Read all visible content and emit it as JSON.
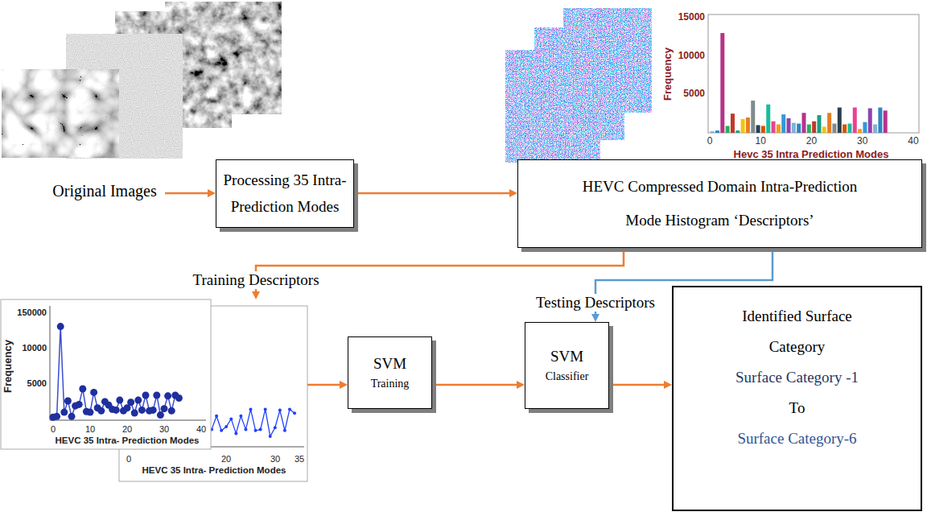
{
  "diagram": {
    "nodes": [
      {
        "text": [
          "Original Images"
        ]
      },
      {
        "text": [
          "Processing 35 Intra-Prediction Modes"
        ]
      },
      {
        "text": [
          "HEVC Compressed Domain Intra-Prediction Mode Histogram ‘Descriptors’"
        ]
      },
      {
        "text": [
          "Frequency",
          "HEVC 35 Intra- Prediction Modes",
          "HEVC 35 Intra- Prediction Modes"
        ]
      },
      {
        "text": [
          "SVM",
          "Training"
        ]
      },
      {
        "text": [
          "SVM",
          "Classifier"
        ]
      },
      {
        "text": [
          "Identified Surface Category",
          "Surface Category -1",
          "To",
          "Surface Category-6"
        ]
      }
    ],
    "edges": [
      {
        "from": 0,
        "to": 1,
        "arrow": "to"
      },
      {
        "from": 1,
        "to": 2,
        "arrow": "to"
      },
      {
        "from": 2,
        "to": 3,
        "label": "Training Descriptors",
        "arrow": "to"
      },
      {
        "from": 3,
        "to": 4,
        "arrow": "to"
      },
      {
        "from": 4,
        "to": 5,
        "arrow": "to"
      },
      {
        "from": 2,
        "to": 5,
        "label": "Testing Descriptors",
        "arrow": "to"
      },
      {
        "from": 5,
        "to": 6,
        "arrow": "to"
      }
    ],
    "labels": [
      "15000",
      "10000",
      "5000",
      "Frequency",
      "0",
      "10",
      "20",
      "30",
      "40",
      "Hevc 35 Intra Prediction Modes",
      "150000",
      "10000",
      "5000",
      "0",
      "10",
      "20",
      "30",
      "40",
      "0",
      "20",
      "30",
      "35"
    ]
  }
}
